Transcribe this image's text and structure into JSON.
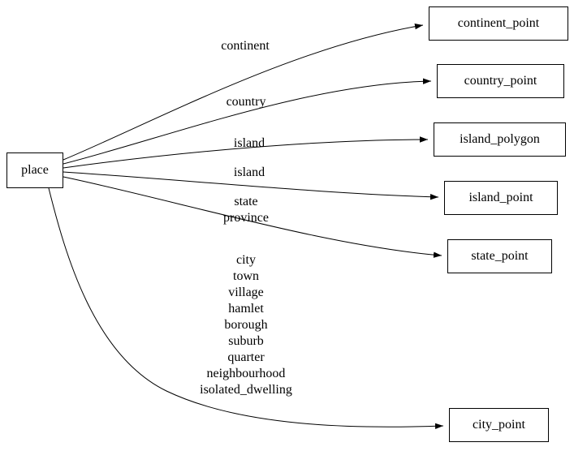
{
  "diagram": {
    "background": "#ffffff",
    "stroke_color": "#000000",
    "source": {
      "label": "place"
    },
    "targets": [
      {
        "label": "continent_point"
      },
      {
        "label": "country_point"
      },
      {
        "label": "island_polygon"
      },
      {
        "label": "island_point"
      },
      {
        "label": "state_point"
      },
      {
        "label": "city_point"
      }
    ],
    "edges": [
      {
        "label": "continent"
      },
      {
        "label": "country"
      },
      {
        "label": "island"
      },
      {
        "label": "island"
      },
      {
        "label": "state\nprovince"
      },
      {
        "label": "city\ntown\nvillage\nhamlet\nborough\nsuburb\nquarter\nneighbourhood\nisolated_dwelling"
      }
    ]
  }
}
